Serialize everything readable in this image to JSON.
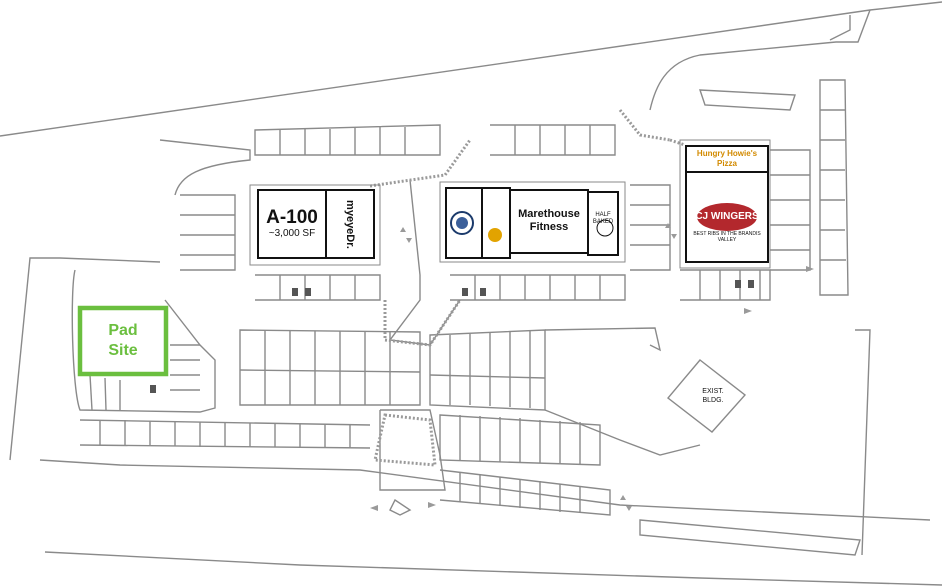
{
  "units": {
    "a100": {
      "name": "A-100",
      "size": "~3,000 SF"
    },
    "marethouse": {
      "name": "Marethouse",
      "name2": "Fitness"
    },
    "pad_site": {
      "line1": "Pad",
      "line2": "Site"
    },
    "exist_bldg": {
      "line1": "EXIST.",
      "line2": "BLDG."
    }
  },
  "tenant_logos": {
    "myeyedr": "myeyeDr.",
    "half_baked": "HALF BAKED",
    "hungry_howies": {
      "line1": "Hungry Howie's",
      "line2": "Pizza"
    },
    "cj_wingers": "CJ WINGERS",
    "cj_wingers_tagline": "BEST RIBS IN THE BRANDIS VALLEY"
  },
  "colors": {
    "pad_site": "#6bbf3f",
    "outline": "#8a8a8a",
    "building": "#111111",
    "hungry_howies": "#d28a00",
    "cj_wingers": "#b3282d"
  }
}
